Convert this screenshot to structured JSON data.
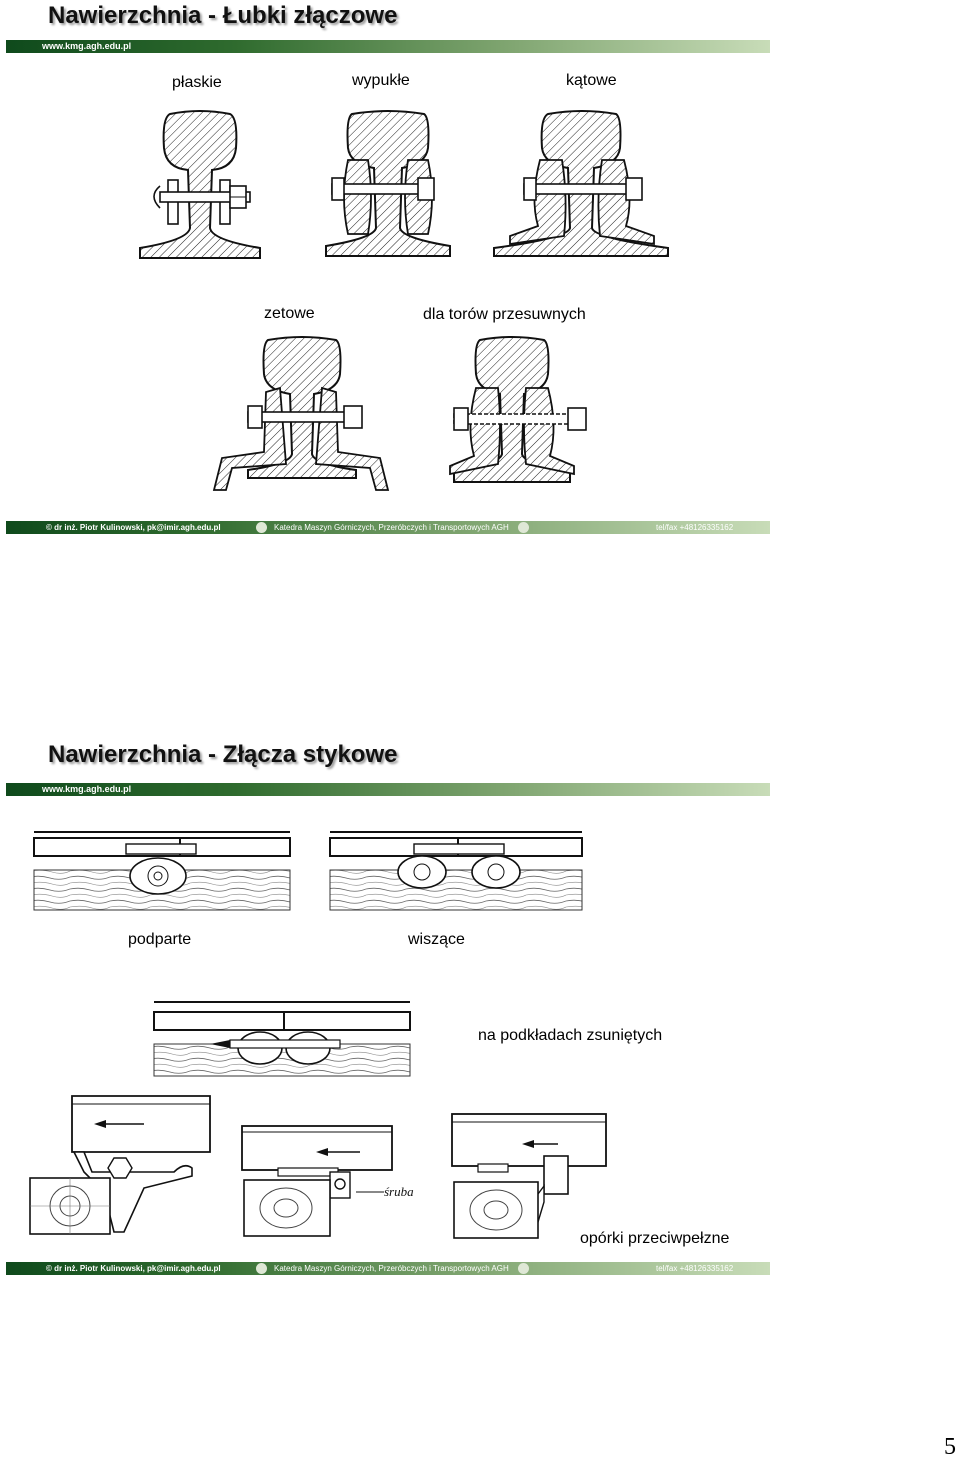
{
  "slide1": {
    "title": "Nawierzchnia - Łubki złączowe",
    "url": "www.kmg.agh.edu.pl",
    "captions": {
      "plaskie": "płaskie",
      "wypukle": "wypukłe",
      "katowe": "kątowe",
      "zetowe": "zetowe",
      "przesuwne": "dla torów przesuwnych"
    },
    "footer": {
      "author": "© dr inż. Piotr Kulinowski, pk@imir.agh.edu.pl",
      "dept": "Katedra Maszyn Górniczych, Przeróbczych i Transportowych AGH",
      "tel": "tel/fax +48126335162"
    }
  },
  "slide2": {
    "title": "Nawierzchnia - Złącza stykowe",
    "url": "www.kmg.agh.edu.pl",
    "captions": {
      "podparte": "podparte",
      "wiszace": "wiszące",
      "zsuniete": "na podkładach zsuniętych",
      "sruba": "śruba",
      "oporki": "opórki przeciwpełzne"
    },
    "footer": {
      "author": "© dr inż. Piotr Kulinowski, pk@imir.agh.edu.pl",
      "dept": "Katedra Maszyn Górniczych, Przeróbczych i Transportowych AGH",
      "tel": "tel/fax +48126335162"
    }
  },
  "page_number": "5",
  "colors": {
    "bar_dark": "#0f4a1c",
    "bar_light": "#c8dcb8"
  }
}
